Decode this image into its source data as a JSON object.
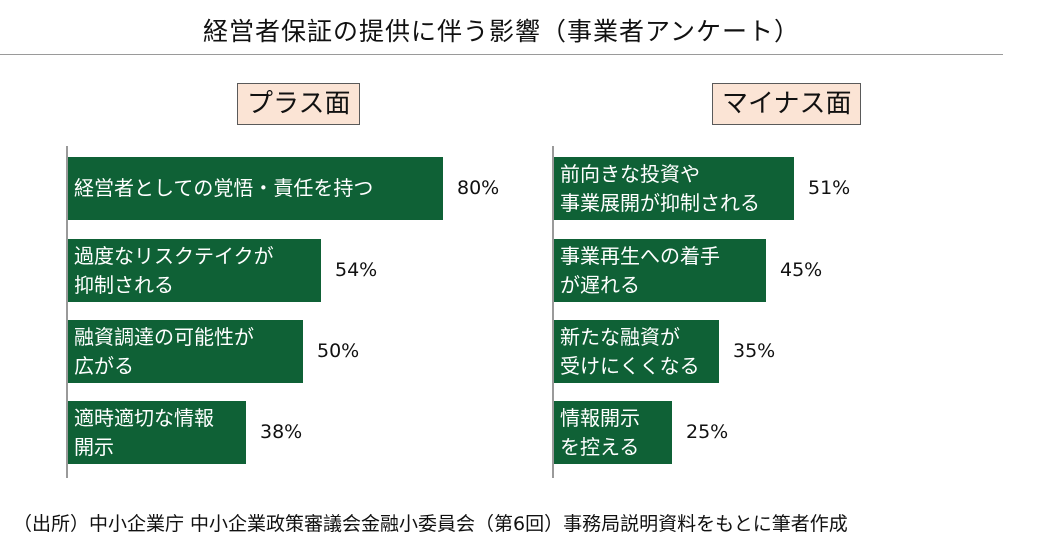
{
  "title": "経営者保証の提供に伴う影響（事業者アンケート）",
  "source": "（出所）中小企業庁  中小企業政策審議会金融小委員会（第6回）事務局説明資料をもとに筆者作成",
  "colors": {
    "bar": "#0f6136",
    "panel_title_bg": "#fbe4d5"
  },
  "chart_data": [
    {
      "type": "bar",
      "orientation": "horizontal",
      "title": "プラス面",
      "categories": [
        "経営者としての覚悟・責任を持つ",
        "過度なリスクテイクが\n抑制される",
        "融資調達の可能性が\n広がる",
        "適時適切な情報\n開示"
      ],
      "values": [
        80,
        54,
        50,
        38
      ],
      "value_labels": [
        "80%",
        "54%",
        "50%",
        "38%"
      ],
      "unit": "%"
    },
    {
      "type": "bar",
      "orientation": "horizontal",
      "title": "マイナス面",
      "categories": [
        "前向きな投資や\n事業展開が抑制される",
        "事業再生への着手\nが遅れる",
        "新たな融資が\n受けにくくなる",
        "情報開示\nを控える"
      ],
      "values": [
        51,
        45,
        35,
        25
      ],
      "value_labels": [
        "51%",
        "45%",
        "35%",
        "25%"
      ],
      "unit": "%"
    }
  ]
}
